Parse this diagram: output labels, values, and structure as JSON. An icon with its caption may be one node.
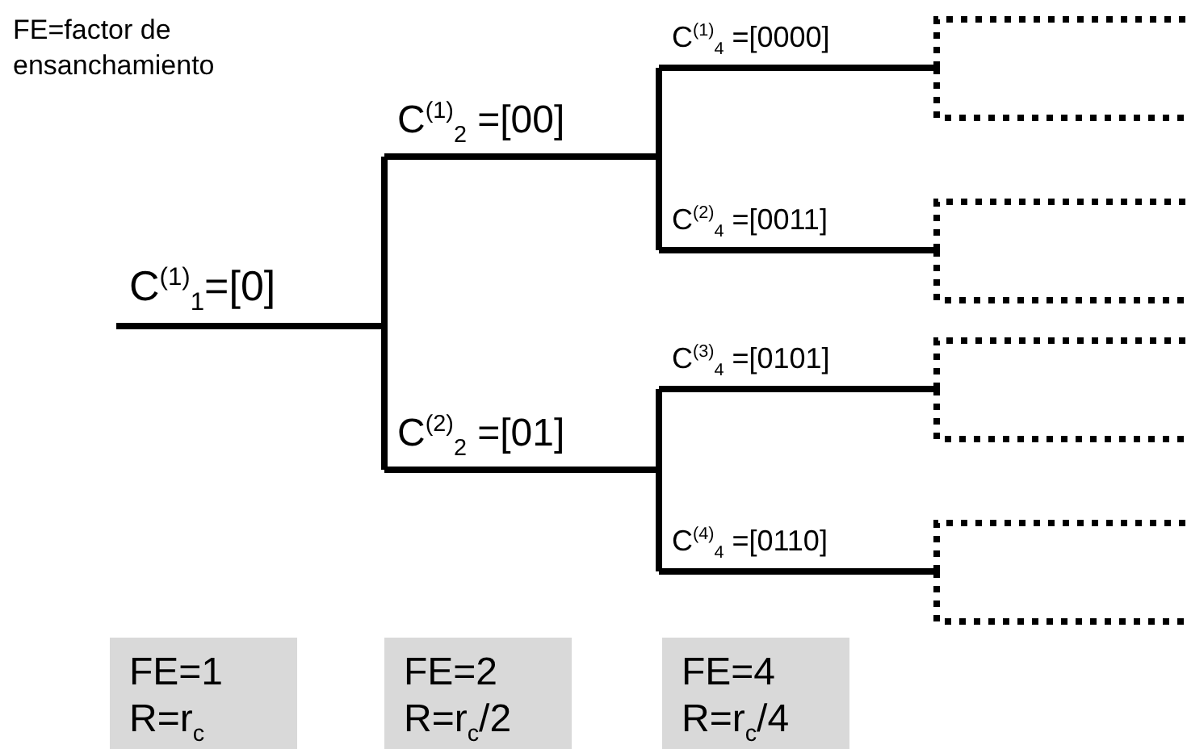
{
  "diagram": {
    "nodes": [
      {
        "text": [
          "C$^{(1)}$$_{1}$=[0]"
        ]
      },
      {
        "text": [
          "C$^{(1)}$$_{2}$ =[00]"
        ]
      },
      {
        "text": [
          "C$^{(2)}$$_{2}$ =[01]"
        ]
      },
      {
        "text": [
          "C$^{(1)}$$_{4}$ =[0000]"
        ]
      },
      {
        "text": [
          "C$^{(2)}$$_{4}$ =[0011]"
        ]
      },
      {
        "text": [
          "C$^{(3)}$$_{4}$ =[0101]"
        ]
      },
      {
        "text": [
          "C$^{(4)}$$_{4}$ =[0110]"
        ]
      },
      {
        "text": [
          "FE=1",
          "R=r$_{c}$"
        ]
      },
      {
        "text": [
          "FE=2",
          "R=r$_{c}$/2"
        ]
      },
      {
        "text": [
          "FE=4",
          "R=r$_{c}$/4"
        ]
      }
    ],
    "edges": [
      {
        "from": 0,
        "to": 1,
        "arrow": "none"
      },
      {
        "from": 0,
        "to": 2,
        "arrow": "none"
      },
      {
        "from": 1,
        "to": 3,
        "arrow": "none"
      },
      {
        "from": 1,
        "to": 4,
        "arrow": "none"
      },
      {
        "from": 2,
        "to": 5,
        "arrow": "none"
      },
      {
        "from": 2,
        "to": 6,
        "arrow": "none"
      },
      {
        "from": 3,
        "to": null,
        "arrow": "none",
        "style": "dashed"
      },
      {
        "from": 3,
        "to": null,
        "arrow": "none",
        "style": "dashed"
      },
      {
        "from": 4,
        "to": null,
        "arrow": "none",
        "style": "dashed"
      },
      {
        "from": 4,
        "to": null,
        "arrow": "none",
        "style": "dashed"
      },
      {
        "from": 5,
        "to": null,
        "arrow": "none",
        "style": "dashed"
      },
      {
        "from": 5,
        "to": null,
        "arrow": "none",
        "style": "dashed"
      },
      {
        "from": 6,
        "to": null,
        "arrow": "none",
        "style": "dashed"
      },
      {
        "from": 6,
        "to": null,
        "arrow": "none",
        "style": "dashed"
      }
    ],
    "labels": [
      "FE=factor de ensanchamiento"
    ]
  }
}
